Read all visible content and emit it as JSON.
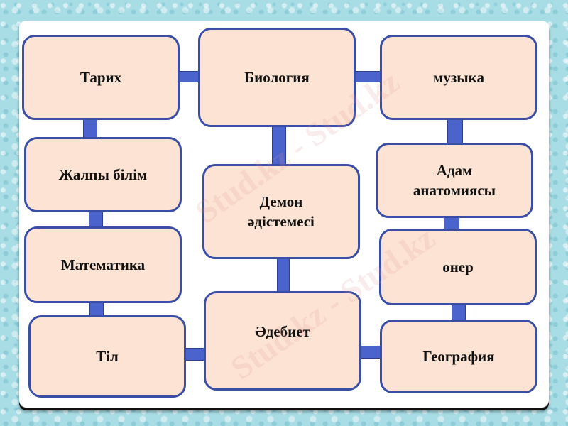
{
  "diagram": {
    "nodes": {
      "tarikh": "Тарих",
      "biologiya": "Биология",
      "muzyka": "музыка",
      "zhalpy_bilim": "Жалпы білім",
      "demon_l1": "Демон",
      "demon_l2": "әдістемесі",
      "adam_l1": "Адам",
      "adam_l2": "анатомиясы",
      "matematika": "Математика",
      "oner": "өнер",
      "til": "Тіл",
      "adebiet": "Әдебиет",
      "geografiya": "География"
    },
    "colors": {
      "node_fill": "#fde3d3",
      "node_border": "#3a4ea6",
      "connector": "#4b63cc",
      "background": "#a9dde6"
    }
  },
  "watermark": {
    "text": "Stud.kz - Stud.kz"
  }
}
